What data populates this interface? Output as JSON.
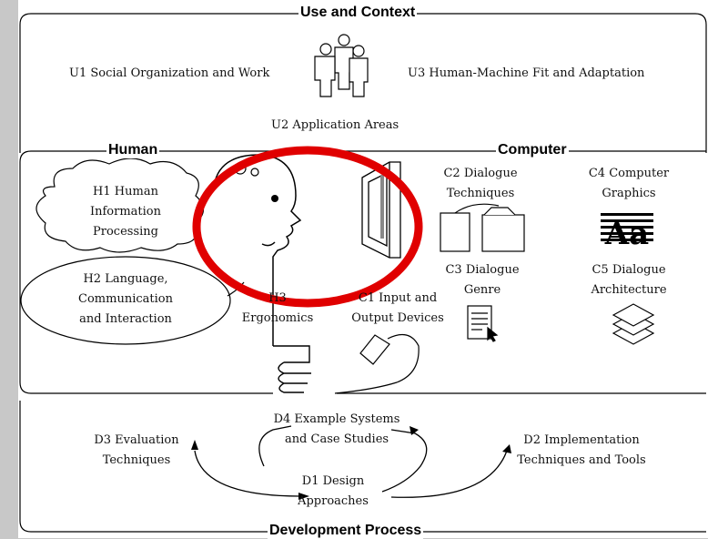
{
  "colors": {
    "background": "#c8c8c8",
    "panel": "#ffffff",
    "line": "#000000",
    "highlight": "#e00000"
  },
  "sections": {
    "use_context": "Use and Context",
    "human": "Human",
    "computer": "Computer",
    "development": "Development Process"
  },
  "nodes": {
    "u1": "U1 Social Organization and Work",
    "u2": "U2 Application Areas",
    "u3": "U3 Human-Machine Fit and Adaptation",
    "h1": [
      "H1 Human",
      "Information",
      "Processing"
    ],
    "h2": [
      "H2 Language,",
      "Communication",
      "and Interaction"
    ],
    "h3": [
      "H3",
      "Ergonomics"
    ],
    "c1": [
      "C1 Input and",
      "Output Devices"
    ],
    "c2": [
      "C2 Dialogue",
      "Techniques"
    ],
    "c3": [
      "C3 Dialogue",
      "Genre"
    ],
    "c4": [
      "C4 Computer",
      "Graphics"
    ],
    "c5": [
      "C5 Dialogue",
      "Architecture"
    ],
    "d1": [
      "D1 Design",
      "Approaches"
    ],
    "d2": [
      "D2 Implementation",
      "Techniques and Tools"
    ],
    "d3": [
      "D3 Evaluation",
      "Techniques"
    ],
    "d4": [
      "D4 Example Systems",
      "and Case Studies"
    ]
  },
  "icons": [
    "people-icon",
    "human-head-icon",
    "hand-icon",
    "monitor-icon",
    "windows-icon",
    "mouse-icon",
    "document-icon",
    "graphics-letters-icon",
    "layers-icon",
    "red-highlight-ellipse"
  ]
}
